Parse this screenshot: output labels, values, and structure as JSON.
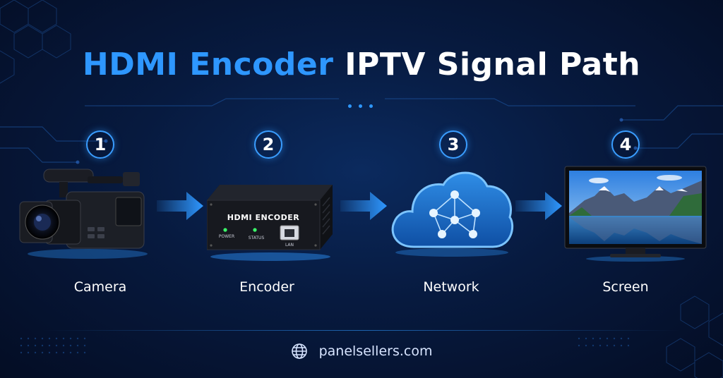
{
  "title": {
    "highlight": "HDMI Encoder",
    "rest": "IPTV Signal Path"
  },
  "steps": [
    {
      "number": "1",
      "label": "Camera"
    },
    {
      "number": "2",
      "label": "Encoder"
    },
    {
      "number": "3",
      "label": "Network"
    },
    {
      "number": "4",
      "label": "Screen"
    }
  ],
  "encoder": {
    "brand": "HDMI ENCODER",
    "power_label": "POWER",
    "status_label": "STATUS",
    "lan_label": "LAN"
  },
  "footer": {
    "url": "panelsellers.com"
  },
  "colors": {
    "accent": "#2e97ff",
    "background": "#061636",
    "led": "#3cff6a"
  }
}
